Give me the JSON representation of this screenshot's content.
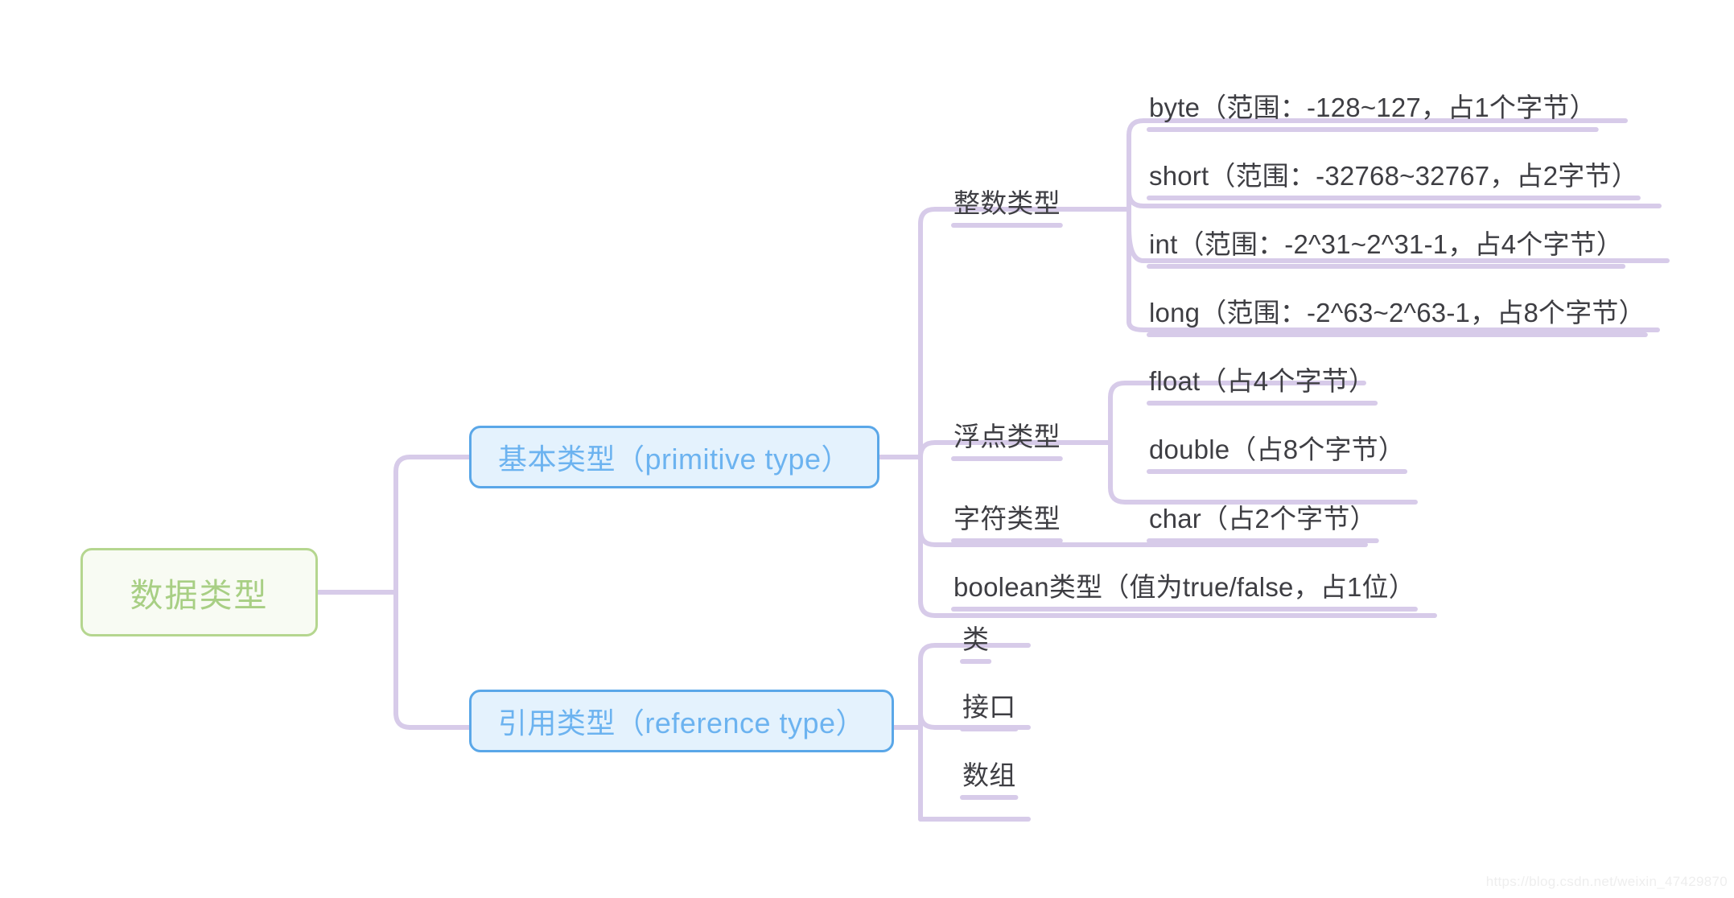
{
  "diagram": {
    "title": "Java 数据类型 思维导图",
    "type": "mindmap",
    "colors": {
      "root_border": "#b5d68f",
      "root_fill": "#f8fbf3",
      "root_text": "#a8cf84",
      "branch_border": "#5aa7e8",
      "branch_fill": "#e4f2fd",
      "branch_text": "#6cb3f0",
      "connector": "#d7cbe9",
      "leaf_text": "#3e3e43",
      "background": "#ffffff",
      "watermark": "#eeeeee"
    }
  },
  "root": {
    "label": "数据类型"
  },
  "branches": [
    {
      "id": "primitive",
      "label": "基本类型（primitive type）",
      "categories": [
        {
          "id": "integer",
          "label": "整数类型",
          "leaves": [
            {
              "label": "byte（范围：-128~127，占1个字节）"
            },
            {
              "label": "short（范围：-32768~32767，占2字节）"
            },
            {
              "label": "int（范围：-2^31~2^31-1，占4个字节）"
            },
            {
              "label": "long（范围：-2^63~2^63-1，占8个字节）"
            }
          ]
        },
        {
          "id": "float",
          "label": "浮点类型",
          "leaves": [
            {
              "label": "float（占4个字节）"
            },
            {
              "label": "double（占8个字节）"
            }
          ]
        },
        {
          "id": "char",
          "label": "字符类型",
          "leaves": [
            {
              "label": "char（占2个字节）"
            }
          ]
        },
        {
          "id": "boolean",
          "label": "boolean类型（值为true/false，占1位）",
          "leaves": []
        }
      ]
    },
    {
      "id": "reference",
      "label": "引用类型（reference type）",
      "categories": [
        {
          "id": "class",
          "label": "类",
          "leaves": []
        },
        {
          "id": "interface",
          "label": "接口",
          "leaves": []
        },
        {
          "id": "array",
          "label": "数组",
          "leaves": []
        }
      ]
    }
  ],
  "watermark": {
    "text": "https://blog.csdn.net/weixin_47429870"
  }
}
